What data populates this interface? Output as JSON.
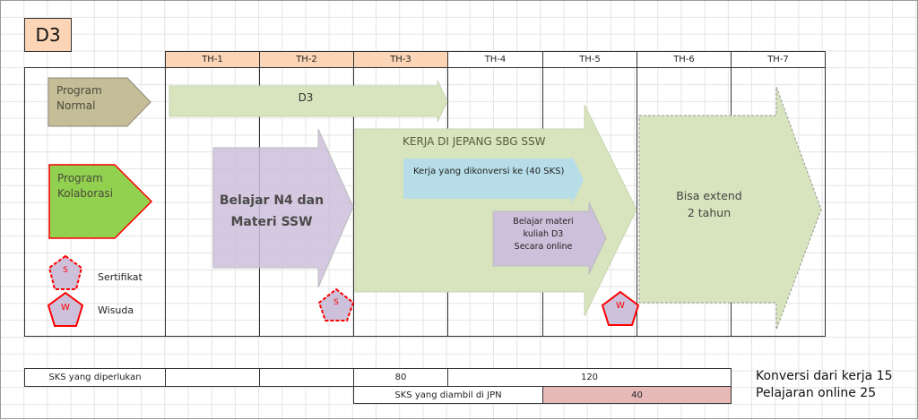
{
  "title": "D3",
  "years": [
    "TH-1",
    "TH-2",
    "TH-3",
    "TH-4",
    "TH-5",
    "TH-6",
    "TH-7"
  ],
  "programs": {
    "normal": [
      "Program",
      "Normal"
    ],
    "kolaborasi": [
      "Program",
      "Kolaborasi"
    ]
  },
  "arrows": {
    "d3": "D3",
    "belajar": [
      "Belajar N4 dan",
      "Materi SSW"
    ],
    "kerja": "KERJA DI JEPANG SBG SSW",
    "konversi": "Kerja yang dikonversi ke (40 SKS)",
    "online": [
      "Belajar materi",
      "kuliah D3",
      "Secara online"
    ],
    "extend": [
      "Bisa extend",
      "2 tahun"
    ]
  },
  "legend": {
    "s_mark": "S",
    "w_mark": "W",
    "sertifikat": "Sertifikat",
    "wisuda": "Wisuda"
  },
  "table": {
    "sks_label": "SKS yang diperlukan",
    "sks_th3": "80",
    "sks_th4_6": "120",
    "jpn_label": "SKS yang diambil di JPN",
    "jpn_value": "40"
  },
  "notes": [
    "Konversi dari kerja 15",
    "Pelajaran online 25"
  ],
  "colors": {
    "peach": "#fbd5b5",
    "green_light": "#d7e4bd",
    "purple": "#ccc0da",
    "blue": "#b7dde8",
    "pink": "#e6b9b8",
    "red": "#ff0000"
  }
}
